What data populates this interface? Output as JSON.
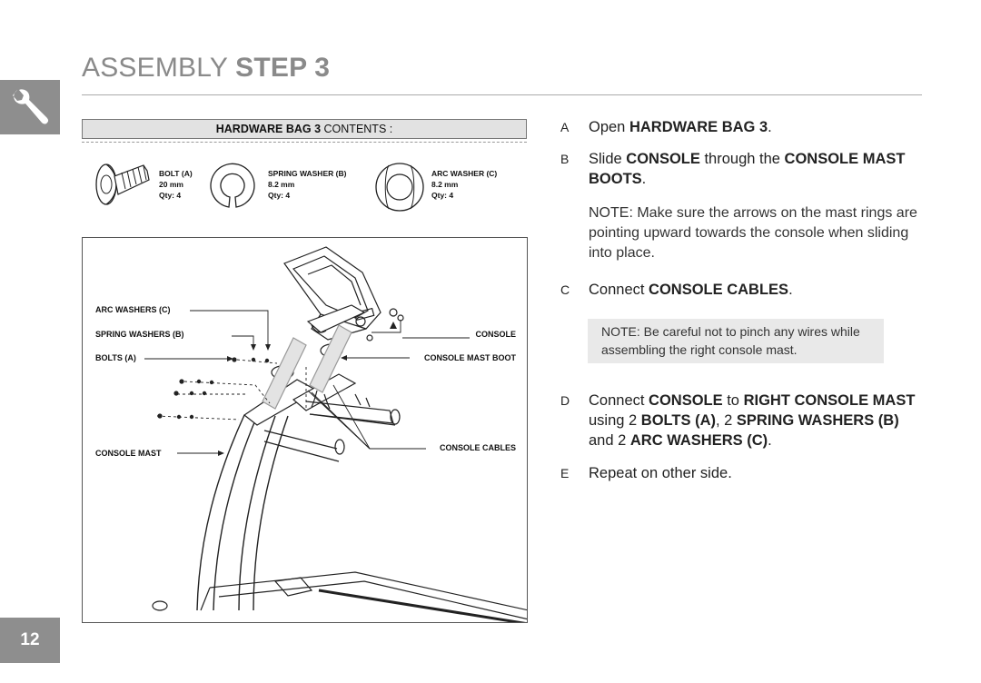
{
  "page": {
    "title_light": "ASSEMBLY",
    "title_bold": "STEP 3",
    "page_number": "12"
  },
  "hardware": {
    "header_bold": "HARDWARE BAG 3",
    "header_rest": "CONTENTS :",
    "parts": [
      {
        "name": "BOLT (A)",
        "size": "20 mm",
        "qty": "Qty: 4",
        "icon": "bolt-icon"
      },
      {
        "name": "SPRING WASHER (B)",
        "size": "8.2 mm",
        "qty": "Qty: 4",
        "icon": "spring-washer-icon"
      },
      {
        "name": "ARC WASHER (C)",
        "size": "8.2 mm",
        "qty": "Qty: 4",
        "icon": "arc-washer-icon"
      }
    ]
  },
  "diagram": {
    "labels": {
      "arc_washers": "ARC WASHERS (C)",
      "spring_washers": "SPRING WASHERS (B)",
      "bolts": "BOLTS (A)",
      "console_mast": "CONSOLE MAST",
      "console": "CONSOLE",
      "console_mast_boot": "CONSOLE MAST BOOT",
      "console_cables": "CONSOLE CABLES"
    }
  },
  "steps": [
    {
      "letter": "A",
      "parts": [
        "Open ",
        "HARDWARE BAG 3",
        "."
      ]
    },
    {
      "letter": "B",
      "parts": [
        "Slide ",
        "CONSOLE",
        " through the ",
        "CONSOLE MAST BOOTS",
        "."
      ]
    },
    {
      "letter": "C",
      "parts": [
        "Connect ",
        "CONSOLE CABLES",
        "."
      ]
    },
    {
      "letter": "D",
      "parts": [
        "Connect ",
        "CONSOLE",
        " to ",
        "RIGHT CONSOLE MAST",
        " using 2 ",
        "BOLTS (A)",
        ", 2 ",
        "SPRING WASHERS (B)",
        " and 2 ",
        "ARC WASHERS (C)",
        "."
      ]
    },
    {
      "letter": "E",
      "parts": [
        "Repeat on other side."
      ]
    }
  ],
  "note_b": "NOTE: Make sure the arrows on the mast rings are pointing upward towards the console when sliding into place.",
  "note_c": "NOTE: Be careful not to pinch any wires while assembling the right console mast.",
  "colors": {
    "tab_gray": "#8e8e8e",
    "title_gray": "#8a8a8a",
    "header_fill": "#e2e2e2",
    "note_fill": "#e9e9e9"
  }
}
